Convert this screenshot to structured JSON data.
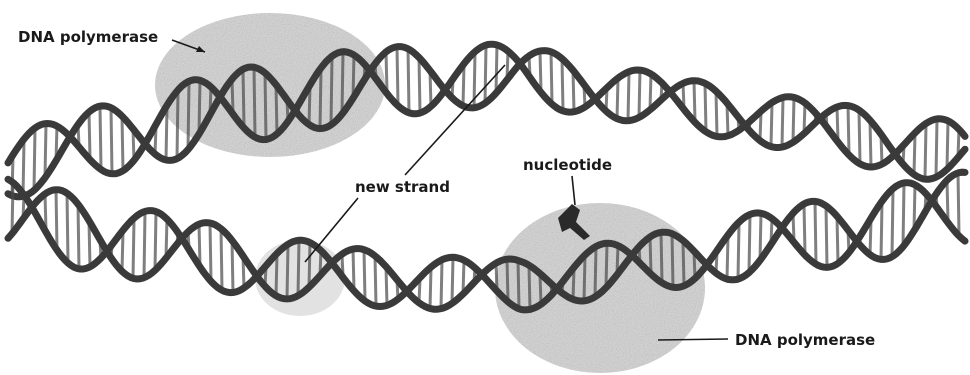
{
  "labels": {
    "dna_polymerase_top": "DNA polymerase",
    "new_strand": "new strand",
    "nucleotide": "nucleotide",
    "dna_polymerase_bottom": "DNA polymerase"
  },
  "colors": {
    "strand": "#3a3a3a",
    "rung": "#4a4a4a",
    "enzyme": "#bdbdbd",
    "text": "#1a1a1a"
  }
}
